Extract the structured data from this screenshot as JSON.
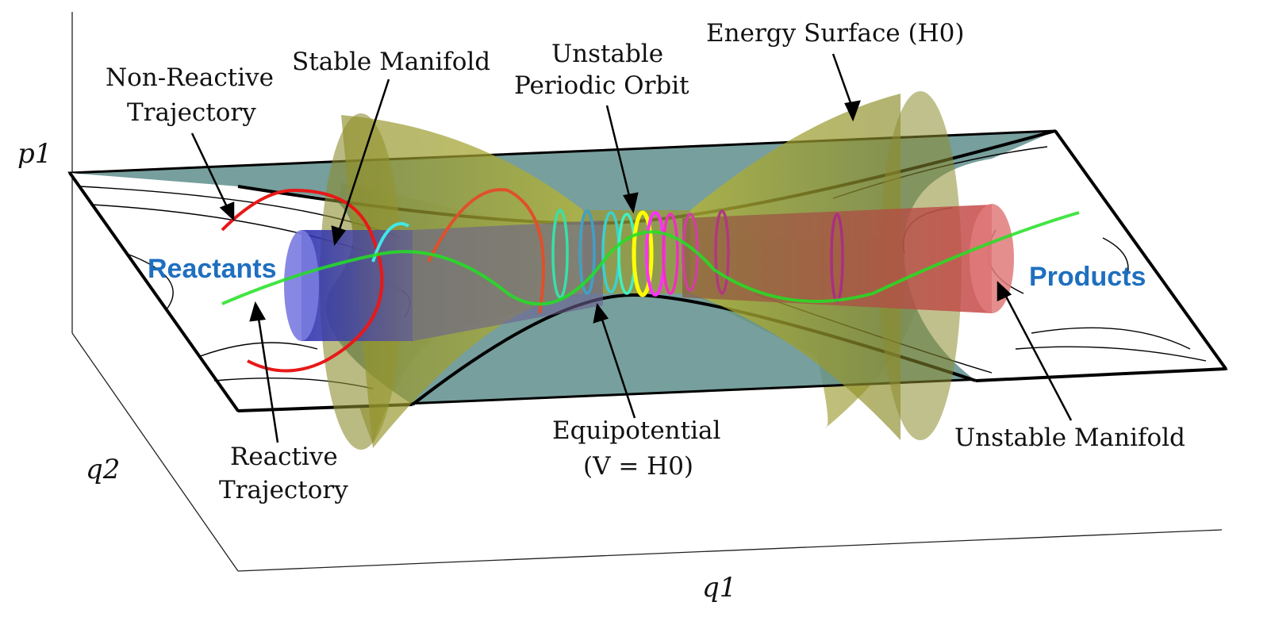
{
  "axes": {
    "p1": "p1",
    "q1": "q1",
    "q2": "q2"
  },
  "labels": {
    "energy_surface": "Energy Surface (H0)",
    "unstable_periodic_orbit_line1": "Unstable",
    "unstable_periodic_orbit_line2": "Periodic Orbit",
    "stable_manifold": "Stable Manifold",
    "non_reactive_line1": "Non-Reactive",
    "non_reactive_line2": "Trajectory",
    "reactants": "Reactants",
    "products": "Products",
    "reactive_line1": "Reactive",
    "reactive_line2": "Trajectory",
    "equipotential_line1": "Equipotential",
    "equipotential_line2": "(V = H0)",
    "unstable_manifold": "Unstable Manifold"
  },
  "colors": {
    "plane_fill": "#5f8e8c",
    "energy_surface": "#9a9a2a",
    "stable_manifold": "#3a3fc4",
    "unstable_manifold": "#c25050",
    "reactive_trajectory": "#22e022",
    "non_reactive_trajectory": "#e81818",
    "region_label": "#1f6fbf",
    "periodic_orbit": "#ffff00"
  }
}
